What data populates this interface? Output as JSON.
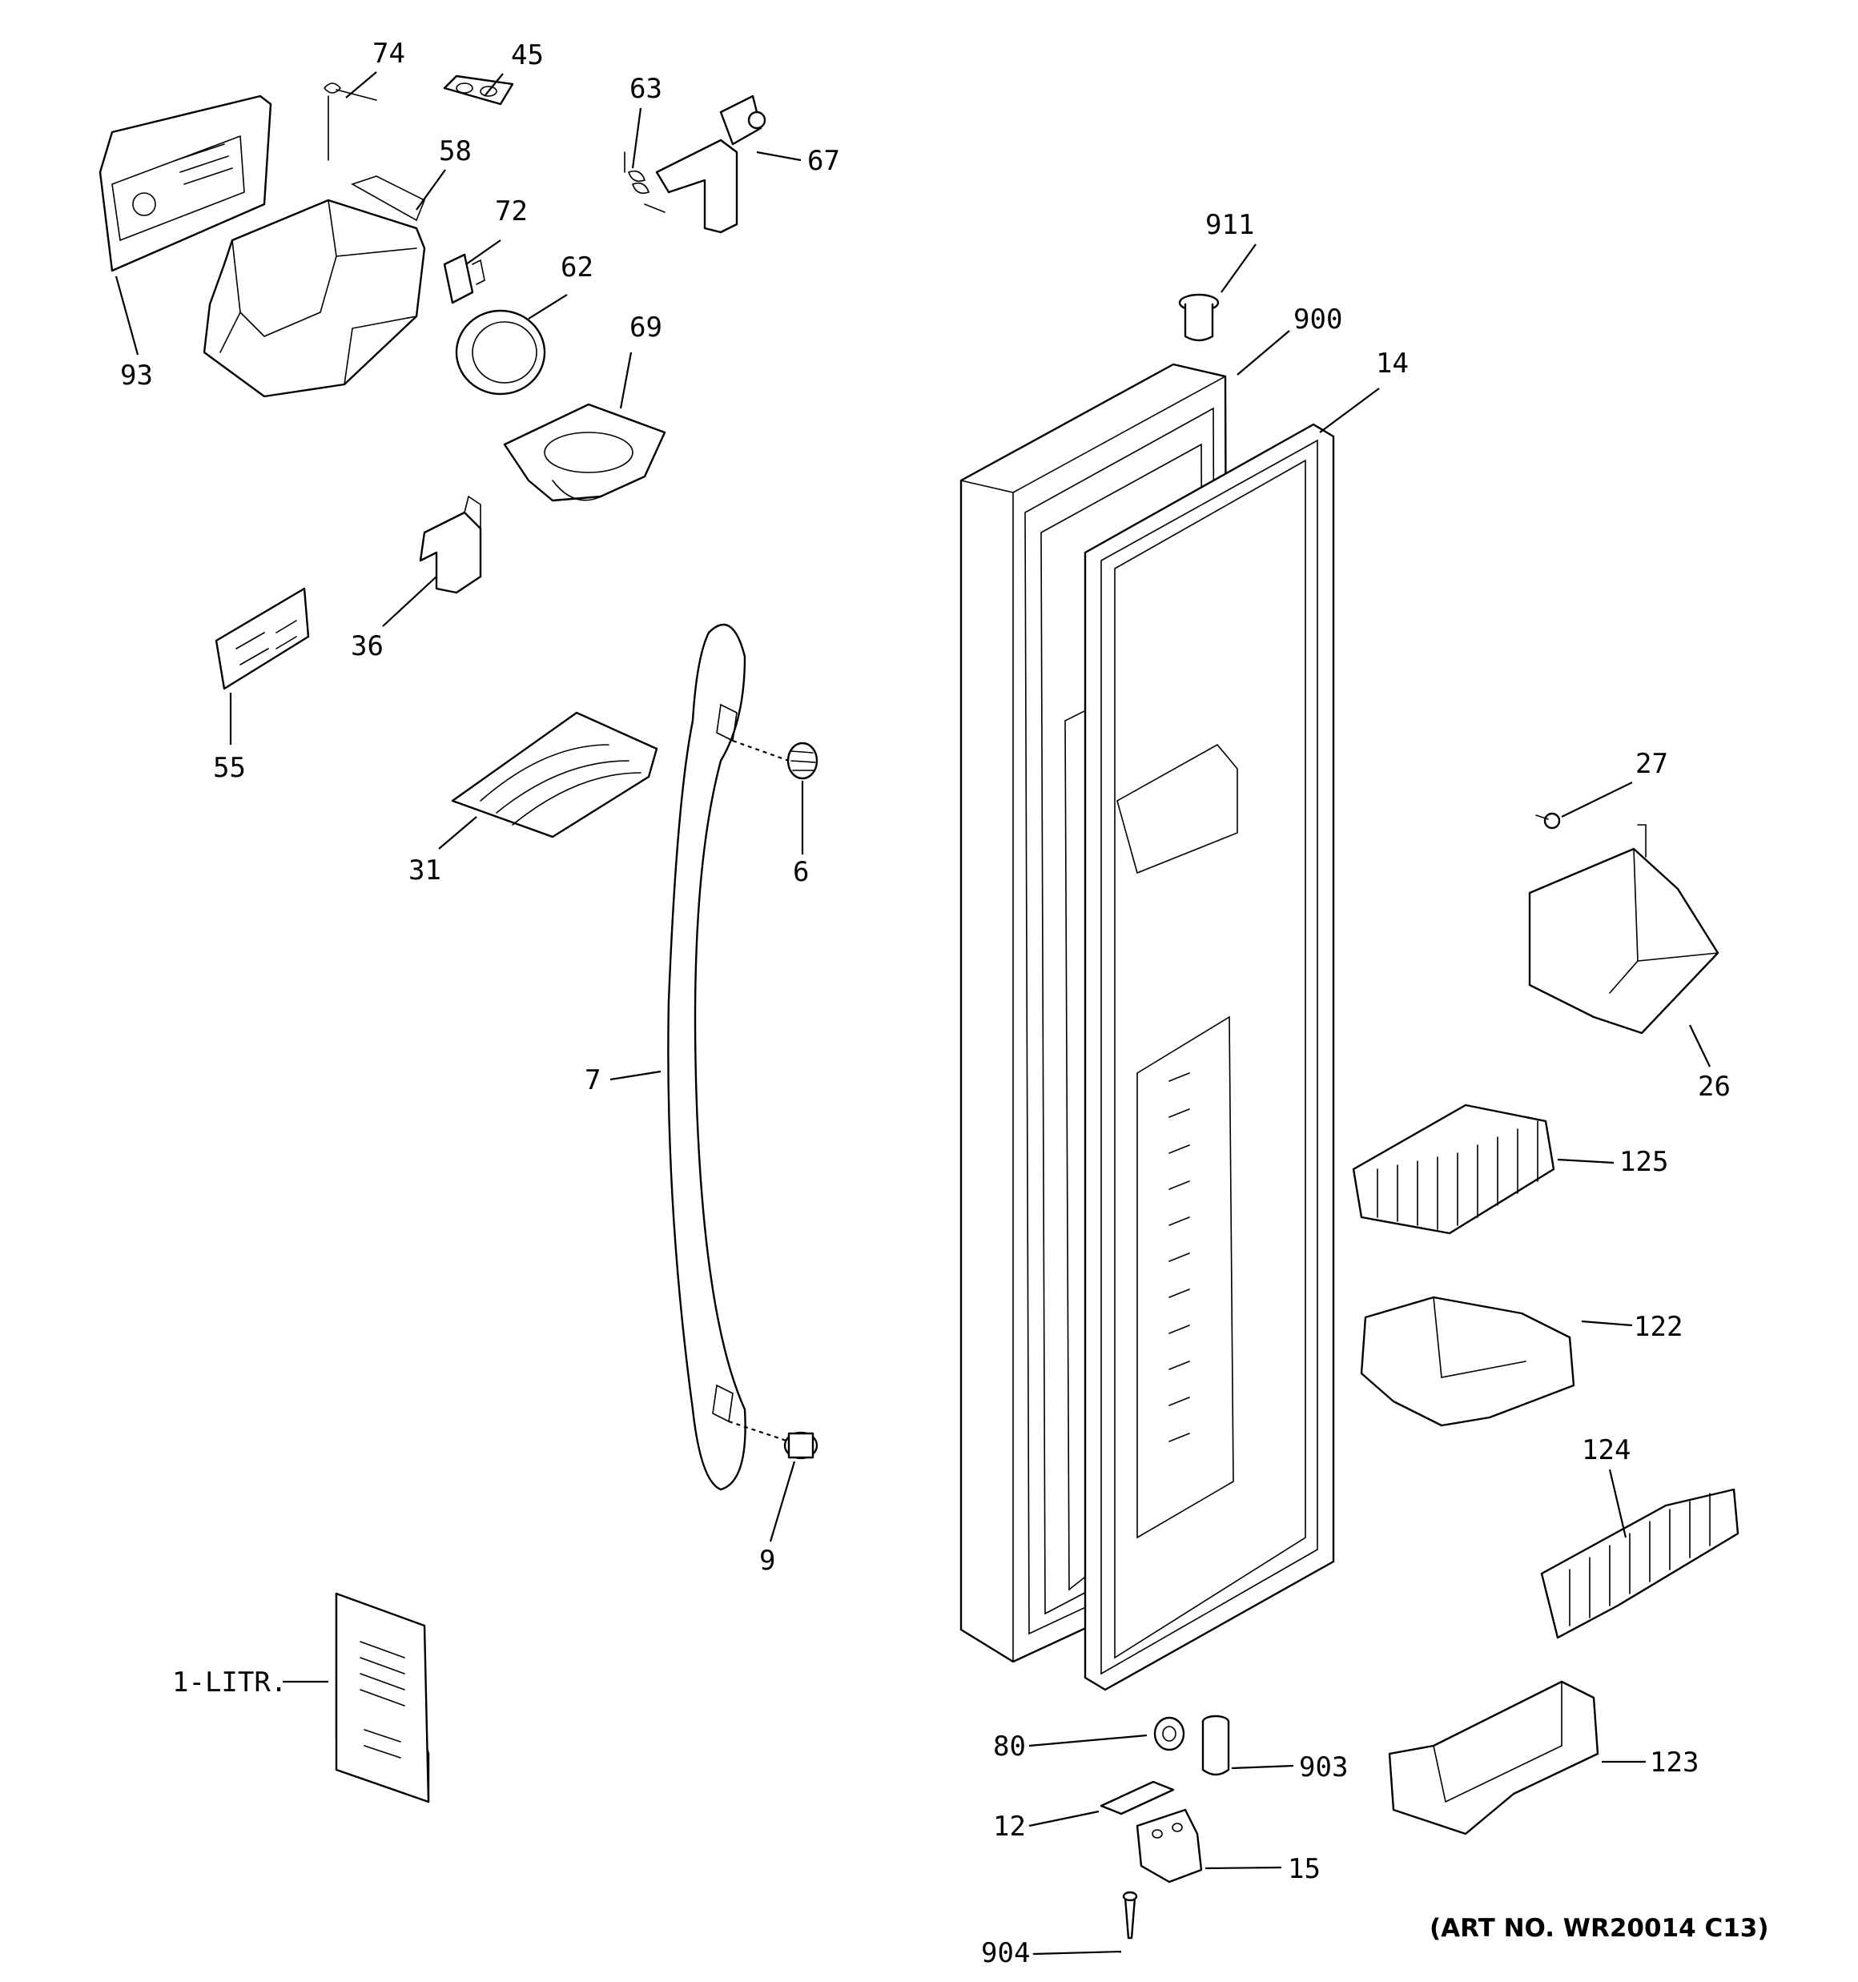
{
  "labels": {
    "p74": "74",
    "p45": "45",
    "p63": "63",
    "p67": "67",
    "p58": "58",
    "p72": "72",
    "p62": "62",
    "p69": "69",
    "p93": "93",
    "p911": "911",
    "p900": "900",
    "p14": "14",
    "p36": "36",
    "p55": "55",
    "p31": "31",
    "p6": "6",
    "p7": "7",
    "p9": "9",
    "p27": "27",
    "p26": "26",
    "p125": "125",
    "p122": "122",
    "p124": "124",
    "p123": "123",
    "p1litr": "1-LITR.",
    "p80": "80",
    "p903": "903",
    "p12": "12",
    "p15": "15",
    "p904": "904"
  },
  "art_number": "(ART NO. WR20014 C13)"
}
